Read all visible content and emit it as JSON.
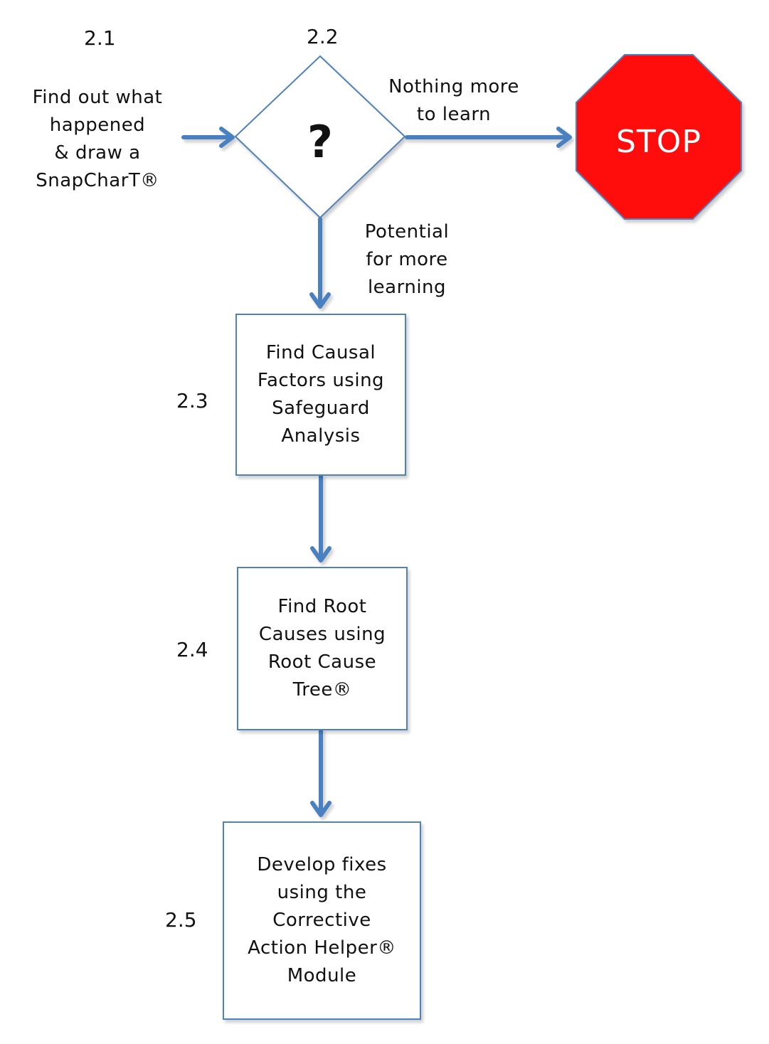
{
  "colors": {
    "connector": "#4a80c0",
    "shape_stroke": "#4f81bd",
    "stop_fill": "#ff0d0d",
    "stop_text": "#ffffff"
  },
  "steps": {
    "s21": {
      "number": "2.1",
      "text": "Find out what\nhappened\n& draw a\nSnapCharT®"
    },
    "s22": {
      "number": "2.2",
      "symbol": "?"
    },
    "s23": {
      "number": "2.3",
      "text": "Find Causal\nFactors using\nSafeguard\nAnalysis"
    },
    "s24": {
      "number": "2.4",
      "text": "Find Root\nCauses using\nRoot Cause\nTree®"
    },
    "s25": {
      "number": "2.5",
      "text": "Develop fixes\nusing the\nCorrective\nAction Helper®\nModule"
    }
  },
  "stop": {
    "label": "STOP"
  },
  "edges": {
    "no_more": "Nothing more\nto learn",
    "potential": "Potential\nfor more\nlearning"
  }
}
